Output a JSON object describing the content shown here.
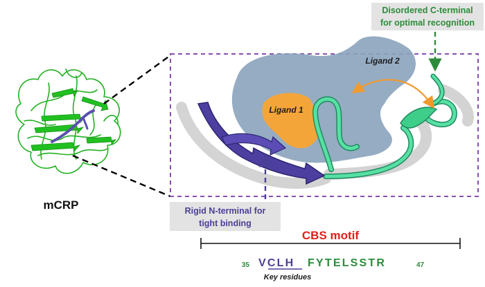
{
  "labels": {
    "mcrp": "mCRP",
    "ligand1": "Ligand 1",
    "ligand2": "Ligand 2",
    "c_terminal_line1": "Disordered C-terminal",
    "c_terminal_line2": "for optimal recognition",
    "n_terminal_line1": "Rigid N-terminal for",
    "n_terminal_line2": "tight binding",
    "cbs_motif": "CBS motif",
    "key_residues": "Key residues"
  },
  "sequence": {
    "start_index": "35",
    "end_index": "47",
    "key_residues": "VCLH",
    "rest": "FYTELSSTR"
  },
  "colors": {
    "purple": "#4a3f96",
    "green": "#2e8b3a",
    "red": "#e0201b",
    "orange": "#f09a2e",
    "ligand_blue": "#7f9bb8",
    "teal": "#4fd49a",
    "dash_box": "#8a4db0",
    "label_bg": "#e3e3e3"
  }
}
